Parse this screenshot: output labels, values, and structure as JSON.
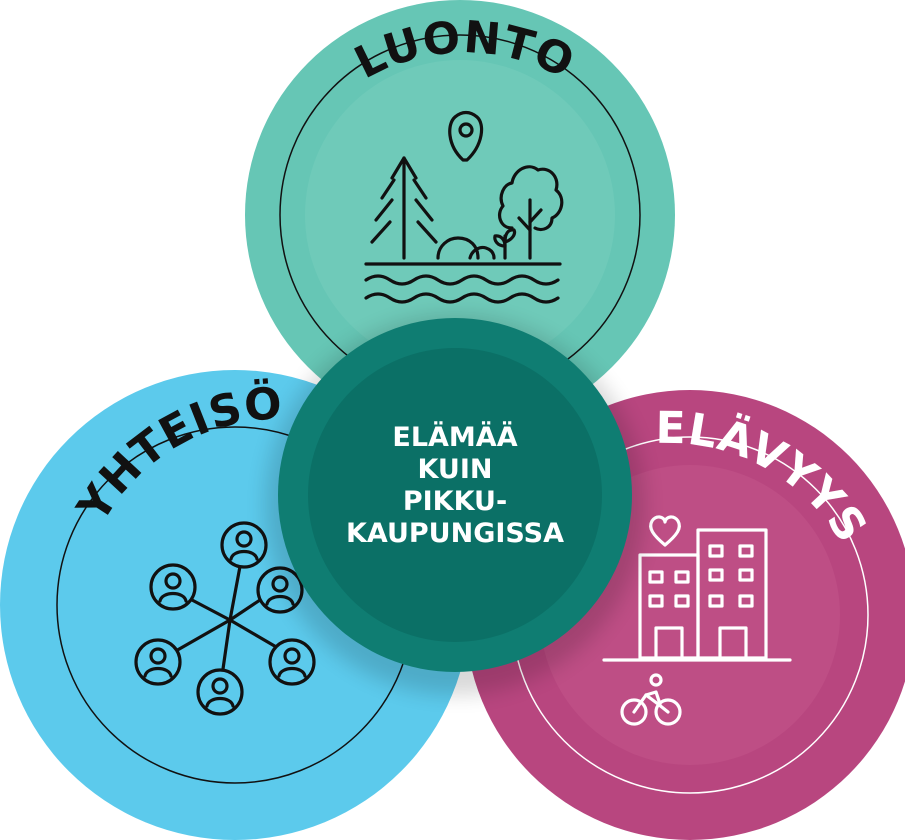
{
  "diagram": {
    "center": {
      "lines": [
        "ELÄMÄÄ",
        "KUIN",
        "PIKKU-",
        "KAUPUNGISSA"
      ],
      "color": "#0b7066"
    },
    "circles": [
      {
        "label": "LUONTO",
        "color": "#66c6b5",
        "inner_color": "#78d0bf",
        "text_color": "#111111",
        "icon": "nature-landscape-icon"
      },
      {
        "label": "YHTEISÖ",
        "color": "#5ccaec",
        "inner_color": "#6fd2f0",
        "text_color": "#111111",
        "icon": "community-network-icon"
      },
      {
        "label": "ELÄVYYS",
        "color": "#b8467f",
        "inner_color": "#c5578e",
        "text_color": "#ffffff",
        "icon": "city-buildings-icon"
      }
    ]
  }
}
